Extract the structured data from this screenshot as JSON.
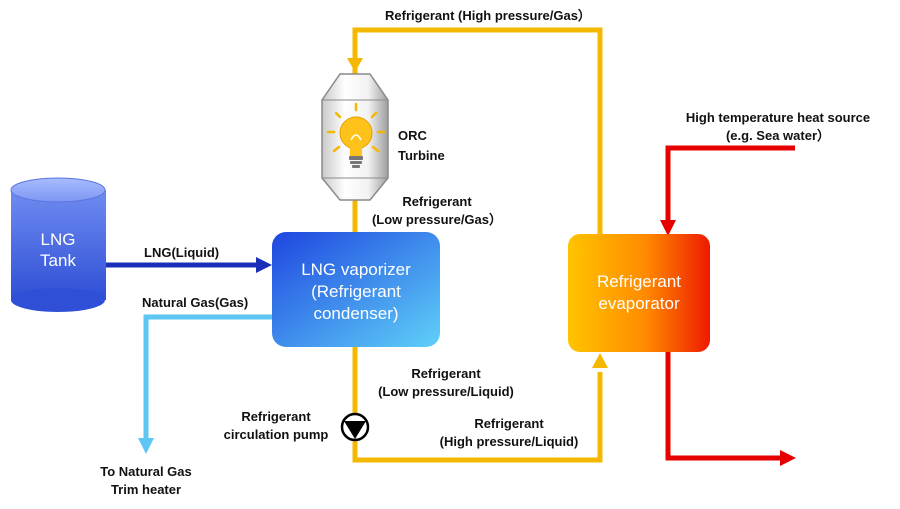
{
  "tank": {
    "line1": "LNG",
    "line2": "Tank"
  },
  "vaporizer": {
    "line1": "LNG vaporizer",
    "line2": "(Refrigerant",
    "line3": "condenser)"
  },
  "evaporator": {
    "line1": "Refrigerant",
    "line2": "evaporator"
  },
  "turbine": {
    "line1": "ORC",
    "line2": "Turbine"
  },
  "pump": {
    "line1": "Refrigerant",
    "line2": "circulation pump"
  },
  "labels": {
    "top_refrigerant": "Refrigerant (High pressure/Gas）",
    "low_gas_1": "Refrigerant",
    "low_gas_2": "(Low pressure/Gas）",
    "lng_liquid": "LNG(Liquid)",
    "natural_gas": "Natural Gas(Gas)",
    "to_ng_1": "To Natural Gas",
    "to_ng_2": "Trim heater",
    "low_liquid_1": "Refrigerant",
    "low_liquid_2": "(Low pressure/Liquid)",
    "high_liquid_1": "Refrigerant",
    "high_liquid_2": "(High pressure/Liquid)",
    "heat_source_1": "High temperature heat source",
    "heat_source_2": "(e.g. Sea water）"
  },
  "colors": {
    "refrigerant_line": "#f5b800",
    "lng_line": "#1a2fb8",
    "natural_gas_line": "#5ec6f2",
    "heat_line": "#e60000",
    "vaporizer_top": "#1e46e0",
    "vaporizer_bottom": "#5fd0f8",
    "evaporator_left": "#ffc400",
    "evaporator_right": "#ee1a00"
  }
}
